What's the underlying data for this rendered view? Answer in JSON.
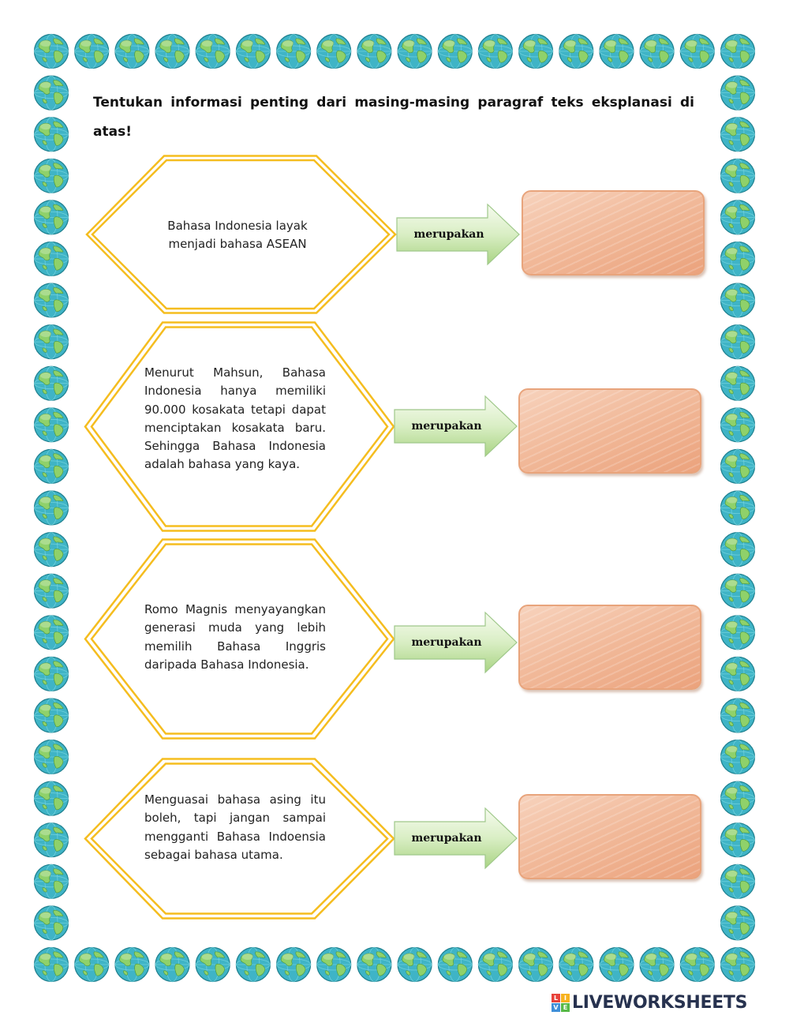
{
  "instruction": "Tentukan informasi penting dari masing-masing paragraf  teks eksplanasi di atas!",
  "border_icon": "globe-icon",
  "colors": {
    "hex_border": "#f5bd1f",
    "arrow_fill": "#cfe8b4",
    "answer_box": "#f1b898",
    "globe_ocean": "#3fb4c6",
    "globe_land": "#8fd16a"
  },
  "rows": [
    {
      "text": "Bahasa Indonesia layak menjadi bahasa ASEAN",
      "connector": "merupakan",
      "answer": ""
    },
    {
      "text": "Menurut Mahsun, Bahasa Indonesia hanya memiliki 90.000 kosakata tetapi dapat menciptakan kosakata baru. Sehingga Bahasa Indonesia adalah bahasa yang kaya.",
      "connector": "merupakan",
      "answer": ""
    },
    {
      "text": "Romo Magnis menyayangkan generasi muda yang lebih memilih Bahasa Inggris daripada Bahasa Indonesia.",
      "connector": "merupakan",
      "answer": ""
    },
    {
      "text": "Menguasai bahasa asing itu boleh, tapi jangan sampai mengganti Bahasa Indoensia sebagai bahasa utama.",
      "connector": "merupakan",
      "answer": ""
    }
  ],
  "brand": {
    "name": "LIVEWORKSHEETS",
    "logo_letters": [
      "L",
      "I",
      "V",
      "E"
    ]
  }
}
